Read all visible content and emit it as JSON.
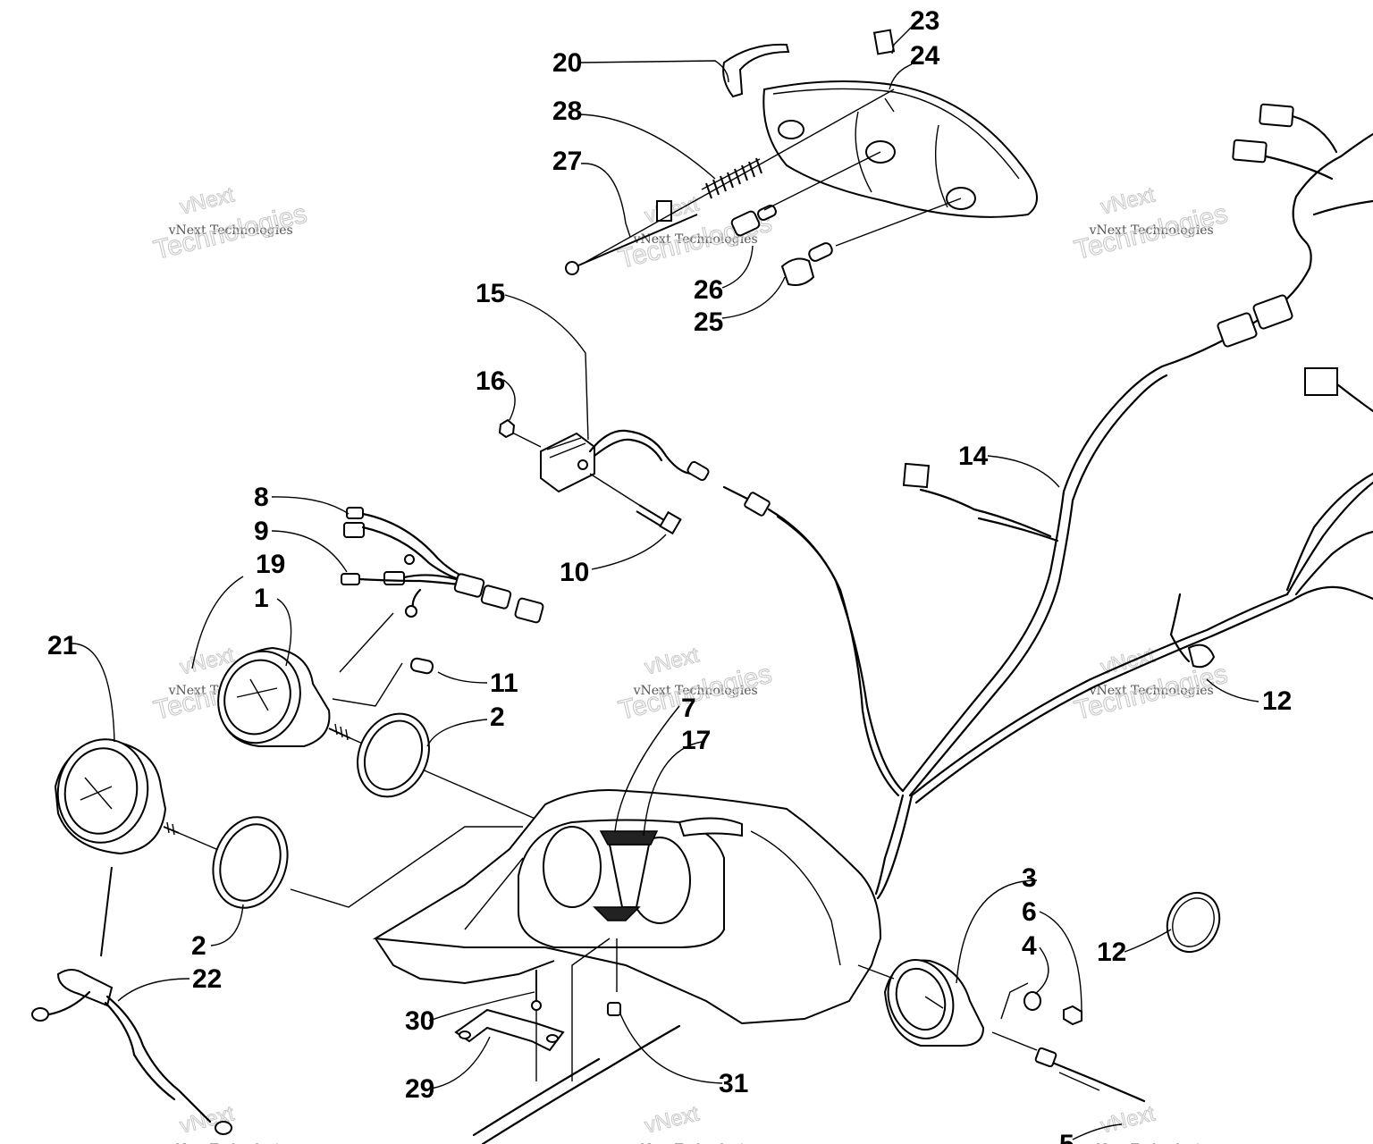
{
  "callouts": [
    {
      "id": "c23",
      "text": "23"
    },
    {
      "id": "c24",
      "text": "24"
    },
    {
      "id": "c20",
      "text": "20"
    },
    {
      "id": "c28",
      "text": "28"
    },
    {
      "id": "c27",
      "text": "27"
    },
    {
      "id": "c26",
      "text": "26"
    },
    {
      "id": "c25",
      "text": "25"
    },
    {
      "id": "c15",
      "text": "15"
    },
    {
      "id": "c16",
      "text": "16"
    },
    {
      "id": "c14",
      "text": "14"
    },
    {
      "id": "c8",
      "text": "8"
    },
    {
      "id": "c9",
      "text": "9"
    },
    {
      "id": "c10",
      "text": "10"
    },
    {
      "id": "c19",
      "text": "19"
    },
    {
      "id": "c1",
      "text": "1"
    },
    {
      "id": "c21",
      "text": "21"
    },
    {
      "id": "c11",
      "text": "11"
    },
    {
      "id": "c2a",
      "text": "2"
    },
    {
      "id": "c7",
      "text": "7"
    },
    {
      "id": "c17",
      "text": "17"
    },
    {
      "id": "c12a",
      "text": "12"
    },
    {
      "id": "c2b",
      "text": "2"
    },
    {
      "id": "c22",
      "text": "22"
    },
    {
      "id": "c3",
      "text": "3"
    },
    {
      "id": "c6",
      "text": "6"
    },
    {
      "id": "c4",
      "text": "4"
    },
    {
      "id": "c12b",
      "text": "12"
    },
    {
      "id": "c30",
      "text": "30"
    },
    {
      "id": "c29",
      "text": "29"
    },
    {
      "id": "c31",
      "text": "31"
    },
    {
      "id": "c5",
      "text": "5"
    }
  ],
  "watermark": {
    "line1": "vNext",
    "line2": "vNext Technologies",
    "line3": "Technologies"
  }
}
